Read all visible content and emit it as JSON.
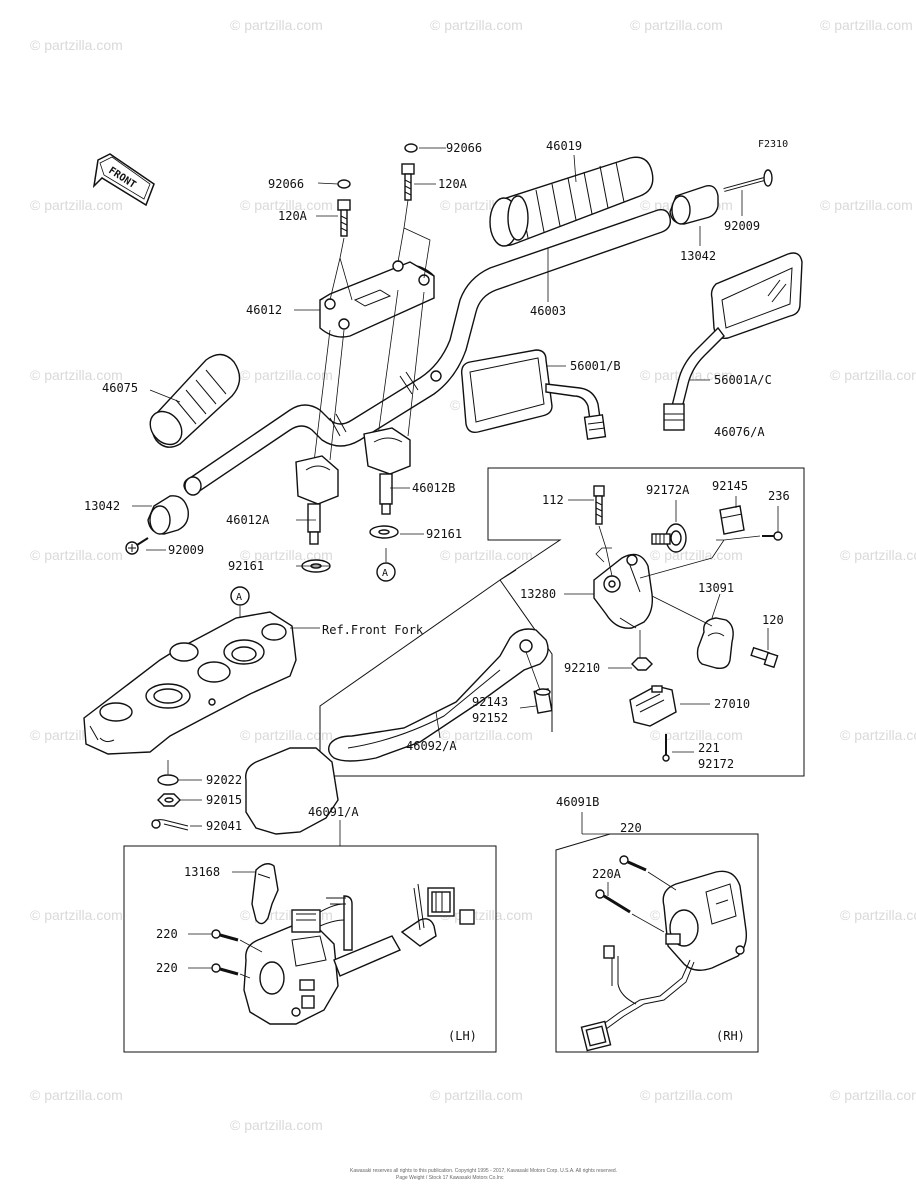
{
  "figure_code": "F2310",
  "front_arrow": "FRONT",
  "watermark": "© partzilla.com",
  "copyright": [
    "Kawasaki reserves all rights to this publication. Copyright 1995 - 2017, Kawasaki Motors Corp. U.S.A. All rights reserved.",
    "Page Weight / Stock 17 Kawasaki Motors Co.Inc"
  ],
  "callouts": {
    "p92066a": "92066",
    "p92066b": "92066",
    "p120Aa": "120A",
    "p120Ab": "120A",
    "p46019": "46019",
    "p46012": "46012",
    "p46003": "46003",
    "p13042a": "13042",
    "p13042b": "13042",
    "p92009a": "92009",
    "p92009b": "92009",
    "p46075": "46075",
    "p56001B": "56001/B",
    "p56001AC": "56001A/C",
    "p46012B": "46012B",
    "p46012A": "46012A",
    "p92161a": "92161",
    "p92161b": "92161",
    "refA1": "A",
    "refA2": "A",
    "refFork": "Ref.Front Fork",
    "p92022": "92022",
    "p92015": "92015",
    "p92041": "92041",
    "p46076A": "46076/A",
    "p112": "112",
    "p92172A": "92172A",
    "p92145": "92145",
    "p236": "236",
    "p13280": "13280",
    "p13091": "13091",
    "p120": "120",
    "p92210": "92210",
    "p92143": "92143",
    "p92152": "92152",
    "p27010": "27010",
    "p221": "221",
    "p92172": "92172",
    "p46092A": "46092/A",
    "p46091A": "46091/A",
    "p13168": "13168",
    "p220a": "220",
    "p220b": "220",
    "LH": "(LH)",
    "p46091B": "46091B",
    "p220c": "220",
    "p220A": "220A",
    "RH": "(RH)"
  }
}
